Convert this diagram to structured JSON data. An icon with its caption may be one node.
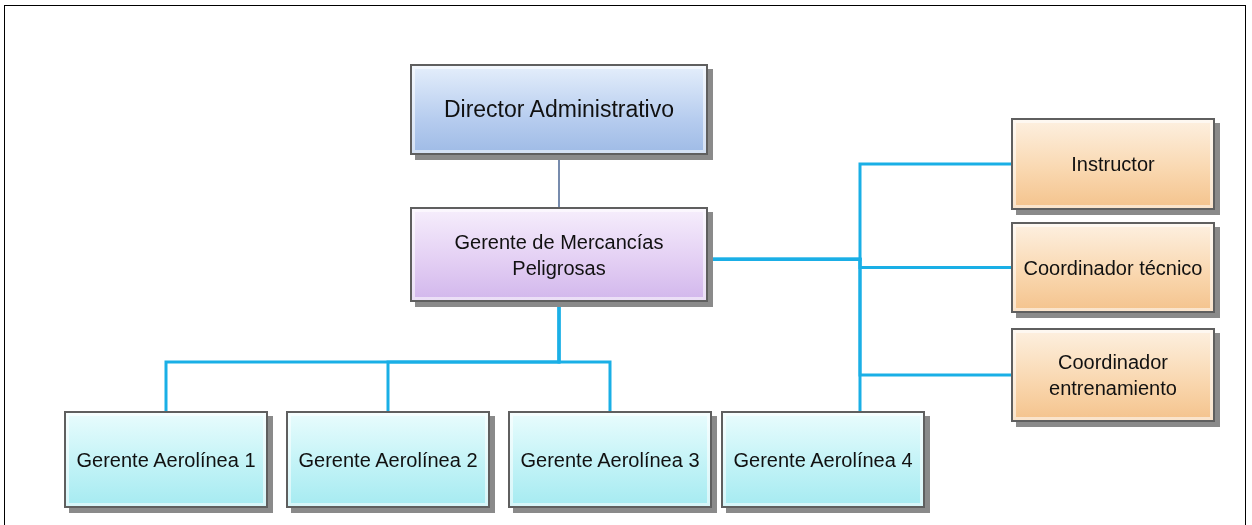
{
  "diagram": {
    "nodes": [
      {
        "text": [
          "Director Administrativo"
        ]
      },
      {
        "text": [
          "Gerente de Mercancías Peligrosas"
        ]
      },
      {
        "text": [
          "Gerente Aerolínea 1"
        ]
      },
      {
        "text": [
          "Gerente Aerolínea 2"
        ]
      },
      {
        "text": [
          "Gerente Aerolínea 3"
        ]
      },
      {
        "text": [
          "Gerente Aerolínea 4"
        ]
      },
      {
        "text": [
          "Instructor"
        ]
      },
      {
        "text": [
          "Coordinador técnico"
        ]
      },
      {
        "text": [
          "Coordinador entrenamiento"
        ]
      }
    ],
    "edges": [
      {
        "from": 0,
        "to": 1,
        "arrow": "none",
        "color": "#4a6592"
      },
      {
        "from": 1,
        "to": 2,
        "arrow": "none"
      },
      {
        "from": 1,
        "to": 3,
        "arrow": "none"
      },
      {
        "from": 1,
        "to": 4,
        "arrow": "none"
      },
      {
        "from": 1,
        "to": 5,
        "arrow": "none"
      },
      {
        "from": 1,
        "to": 6,
        "arrow": "none"
      },
      {
        "from": 1,
        "to": 7,
        "arrow": "none"
      },
      {
        "from": 1,
        "to": 8,
        "arrow": "none"
      }
    ]
  }
}
